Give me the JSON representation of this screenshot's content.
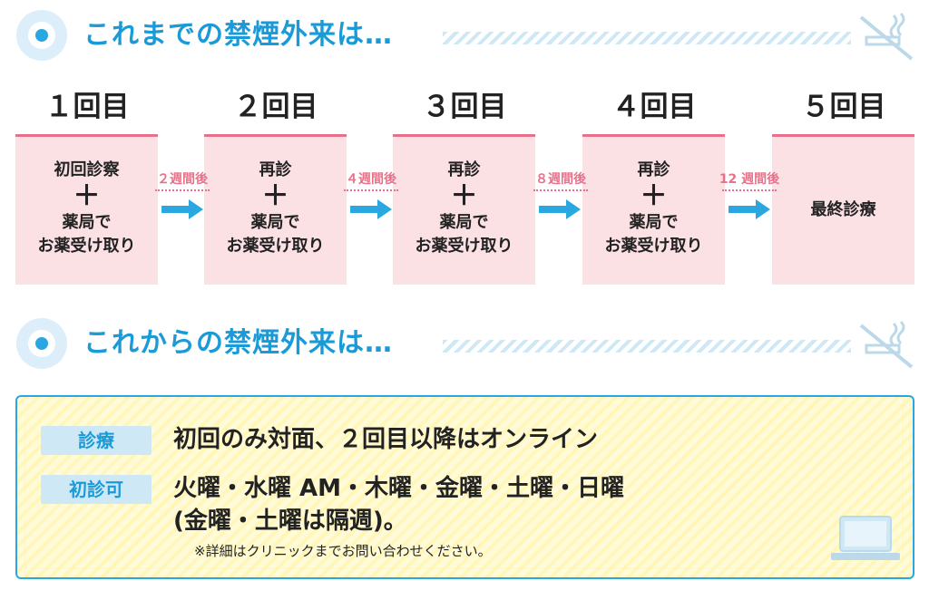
{
  "section1": {
    "title": "これまでの禁煙外来は…"
  },
  "steps": [
    {
      "label": "１回目",
      "line1": "初回診察",
      "plus": "＋",
      "line2": "薬局で",
      "line3": "お薬受け取り"
    },
    {
      "label": "２回目",
      "line1": "再診",
      "plus": "＋",
      "line2": "薬局で",
      "line3": "お薬受け取り"
    },
    {
      "label": "３回目",
      "line1": "再診",
      "plus": "＋",
      "line2": "薬局で",
      "line3": "お薬受け取り"
    },
    {
      "label": "４回目",
      "line1": "再診",
      "plus": "＋",
      "line2": "薬局で",
      "line3": "お薬受け取り"
    },
    {
      "label": "５回目",
      "line1": "最終診療"
    }
  ],
  "intervals": [
    "２週間後",
    "４週間後",
    "８週間後",
    "12 週間後"
  ],
  "section2": {
    "title": "これからの禁煙外来は…"
  },
  "info": {
    "tag1": "診療",
    "text1": "初回のみ対面、２回目以降はオンライン",
    "tag2": "初診可",
    "text2_line1": "火曜・水曜 AM・木曜・金曜・土曜・日曜",
    "text2_line2": "(金曜・土曜は隔週)。",
    "note": "※詳細はクリニックまでお問い合わせください。"
  },
  "icons": [
    "target-circle-icon",
    "no-smoking-icon",
    "arrow-right-icon",
    "laptop-icon"
  ],
  "colors": {
    "accent_blue": "#1a9ad6",
    "pink": "#e9708a",
    "box_pink": "#fbe0e4",
    "info_yellow": "#fffbd9"
  }
}
